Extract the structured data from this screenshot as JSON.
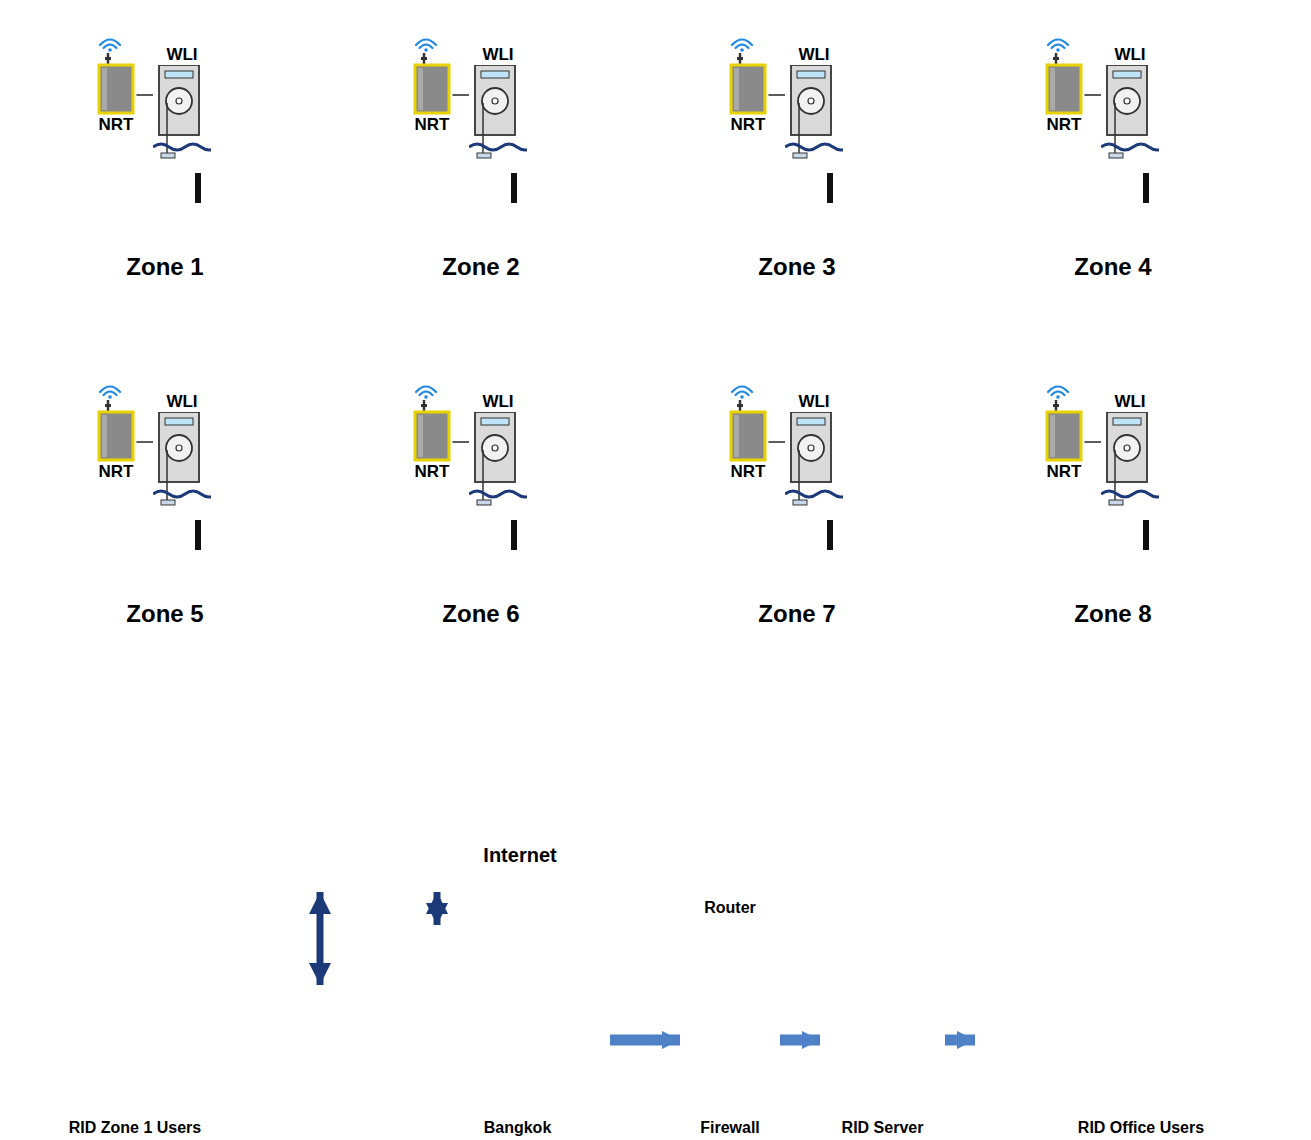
{
  "diagram": {
    "nodes": [
      {
        "text": [
          "Zone 1"
        ]
      },
      {
        "text": [
          "NRT"
        ],
        "in": 0
      },
      {
        "text": [
          "WLI"
        ],
        "in": 0
      },
      {
        "text": [
          "Zone 2"
        ]
      },
      {
        "text": [
          "NRT"
        ],
        "in": 3
      },
      {
        "text": [
          "WLI"
        ],
        "in": 3
      },
      {
        "text": [
          "Zone 3"
        ]
      },
      {
        "text": [
          "NRT"
        ],
        "in": 6
      },
      {
        "text": [
          "WLI"
        ],
        "in": 6
      },
      {
        "text": [
          "Zone 4"
        ]
      },
      {
        "text": [
          "NRT"
        ],
        "in": 9
      },
      {
        "text": [
          "WLI"
        ],
        "in": 9
      },
      {
        "text": [
          "Zone 5"
        ]
      },
      {
        "text": [
          "NRT"
        ],
        "in": 12
      },
      {
        "text": [
          "WLI"
        ],
        "in": 12
      },
      {
        "text": [
          "Zone 6"
        ]
      },
      {
        "text": [
          "NRT"
        ],
        "in": 15
      },
      {
        "text": [
          "WLI"
        ],
        "in": 15
      },
      {
        "text": [
          "Zone 7"
        ]
      },
      {
        "text": [
          "NRT"
        ],
        "in": 18
      },
      {
        "text": [
          "WLI"
        ],
        "in": 18
      },
      {
        "text": [
          "Zone 8"
        ]
      },
      {
        "text": [
          "NRT"
        ],
        "in": 21
      },
      {
        "text": [
          "WLI"
        ],
        "in": 21
      },
      {
        "text": [
          "Internet"
        ]
      },
      {
        "text": [
          "RID Zone 1 Users"
        ]
      },
      {
        "text": [
          "Bangkok"
        ]
      },
      {
        "text": [
          "Router"
        ]
      },
      {
        "text": [
          "Firewall"
        ]
      },
      {
        "text": [
          "RID Server"
        ]
      },
      {
        "text": [
          "RID Office Users"
        ]
      }
    ],
    "edges": [
      {
        "from": 1,
        "to": 2,
        "arrow": "none"
      },
      {
        "from": 4,
        "to": 5,
        "arrow": "none"
      },
      {
        "from": 7,
        "to": 8,
        "arrow": "none"
      },
      {
        "from": 10,
        "to": 11,
        "arrow": "none"
      },
      {
        "from": 13,
        "to": 14,
        "arrow": "none"
      },
      {
        "from": 16,
        "to": 17,
        "arrow": "none"
      },
      {
        "from": 19,
        "to": 20,
        "arrow": "none"
      },
      {
        "from": 22,
        "to": 23,
        "arrow": "none"
      },
      {
        "from": 24,
        "to": 25,
        "arrow": "both"
      },
      {
        "from": 24,
        "to": 26,
        "arrow": "both"
      },
      {
        "from": 26,
        "to": 28,
        "arrow": "to"
      },
      {
        "from": 28,
        "to": 29,
        "arrow": "to"
      },
      {
        "from": 29,
        "to": 30,
        "arrow": "to"
      }
    ]
  }
}
